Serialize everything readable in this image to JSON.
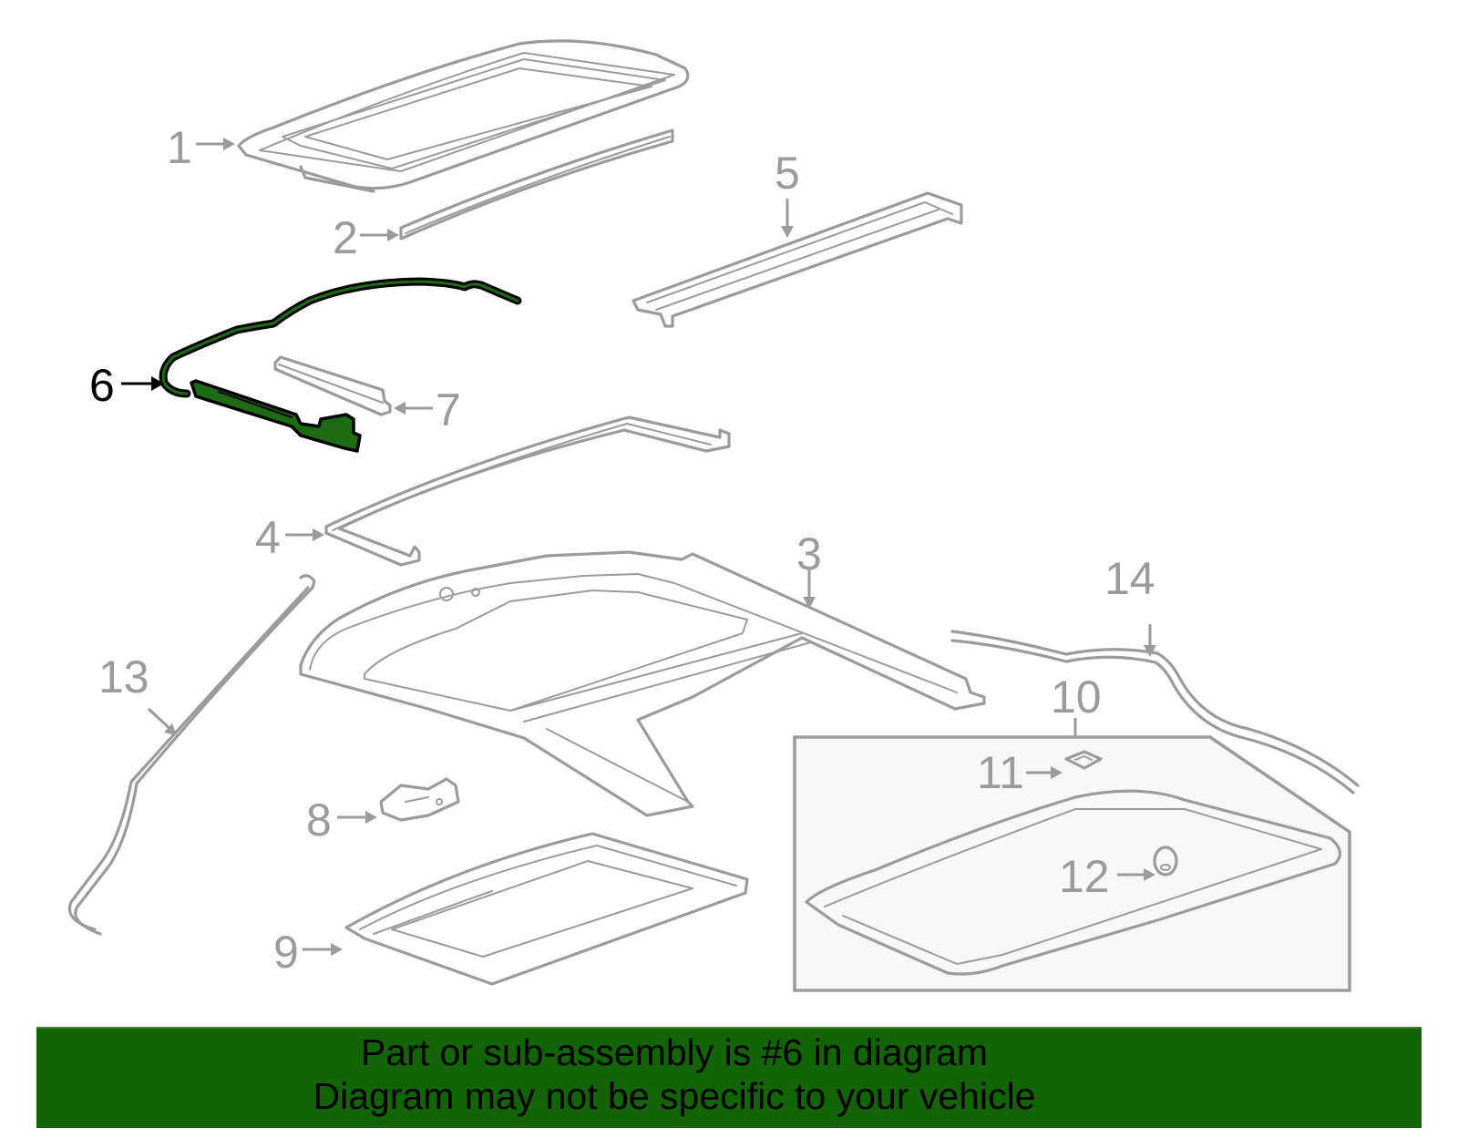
{
  "diagram": {
    "title": "Sunroof assembly exploded parts diagram",
    "highlight_color": "#1d6b12",
    "line_color": "#9b9b9b",
    "callouts": [
      {
        "id": "1",
        "label": "1",
        "highlighted": false
      },
      {
        "id": "2",
        "label": "2",
        "highlighted": false
      },
      {
        "id": "3",
        "label": "3",
        "highlighted": false
      },
      {
        "id": "4",
        "label": "4",
        "highlighted": false
      },
      {
        "id": "5",
        "label": "5",
        "highlighted": false
      },
      {
        "id": "6",
        "label": "6",
        "highlighted": true
      },
      {
        "id": "7",
        "label": "7",
        "highlighted": false
      },
      {
        "id": "8",
        "label": "8",
        "highlighted": false
      },
      {
        "id": "9",
        "label": "9",
        "highlighted": false
      },
      {
        "id": "10",
        "label": "10",
        "highlighted": false
      },
      {
        "id": "11",
        "label": "11",
        "highlighted": false
      },
      {
        "id": "12",
        "label": "12",
        "highlighted": false
      },
      {
        "id": "13",
        "label": "13",
        "highlighted": false
      },
      {
        "id": "14",
        "label": "14",
        "highlighted": false
      }
    ]
  },
  "banner": {
    "background": "#136307",
    "line1": "Part or sub-assembly is #6 in diagram",
    "line2": "Diagram may not be specific to your vehicle"
  }
}
